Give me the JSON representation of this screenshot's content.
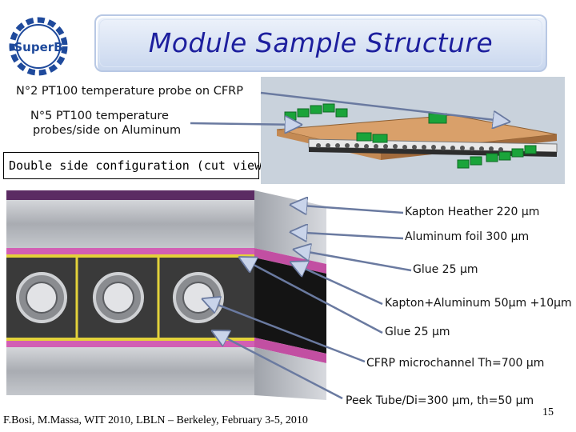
{
  "logo": {
    "text": "SuperB",
    "color": "#1f4a9c"
  },
  "title": "Module Sample Structure",
  "labels": {
    "probe_cfrp": "N°2  PT100 temperature probe on CFRP",
    "probe_al_line1": "N°5  PT100 temperature",
    "probe_al_line2": "probes/side on Aluminum"
  },
  "config_box": "Double side configuration (cut view)",
  "annotations": {
    "kapton_heater": "Kapton Heather 220 μm",
    "aluminum_foil": "Aluminum foil 300 μm",
    "glue_top": "Glue 25 μm",
    "kapton_aluminum": "Kapton+Aluminum 50μm +10μm",
    "glue_bottom": "Glue 25 μm",
    "cfrp_microchannel": "CFRP microchannel Th=700 μm",
    "peek_tube": "Peek Tube/Di=300 μm, th=50 μm"
  },
  "footer": "F.Bosi, M.Massa, WIT 2010, LBLN – Berkeley, February 3-5, 2010",
  "page_number": "15",
  "colors": {
    "title_text": "#1d1f9e",
    "kapton_layer": "#d25fb4",
    "aluminum": "#b9bcc2",
    "cfrp": "#3a3a3a",
    "glue": "#e3d23a",
    "probe_green": "#1aa43a"
  }
}
